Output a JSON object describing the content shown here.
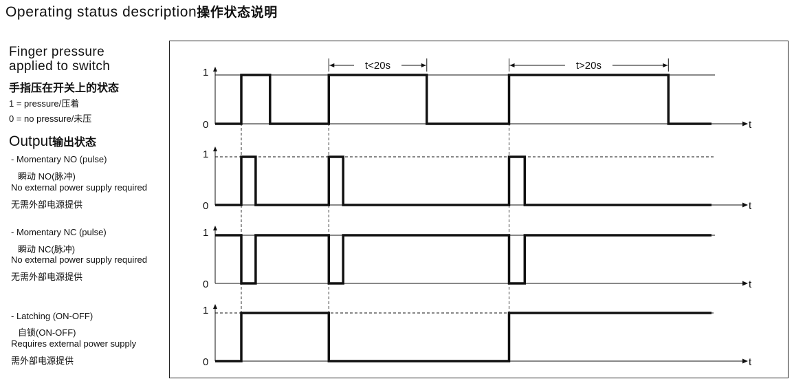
{
  "title": {
    "en": "Operating status description",
    "cn": "操作状态说明"
  },
  "finger": {
    "line1": "Finger pressure",
    "line2": "applied to switch",
    "cn": "手指压在开关上的状态",
    "one": "1 = pressure/压着",
    "zero": "0 = no pressure/未压"
  },
  "output": {
    "en": "Output",
    "cn": "输出状态"
  },
  "mom_no": {
    "name": "- Momentary NO (pulse)",
    "cn": "瞬动 NO(脉冲)",
    "power": "No external power supply required",
    "power_cn": "无需外部电源提供"
  },
  "mom_nc": {
    "name": "- Momentary NC (pulse)",
    "cn": "瞬动 NC(脉冲)",
    "power": "No external power supply required",
    "power_cn": "无需外部电源提供"
  },
  "latch": {
    "name": "- Latching (ON-OFF)",
    "cn": "自锁(ON-OFF)",
    "power": "Requires external power supply",
    "power_cn": "需外部电源提供"
  },
  "diagram": {
    "level_high": "1",
    "level_low": "0",
    "time_axis": "t",
    "interval_short": "t<20s",
    "interval_long": "t>20s",
    "signals": [
      {
        "id": "finger",
        "start": 0,
        "transitions": [
          2.0,
          4.2,
          8.7,
          16.2,
          22.5,
          34.7
        ]
      },
      {
        "id": "mom_no",
        "start": 0,
        "transitions": [
          2.0,
          3.1,
          8.7,
          9.8,
          22.5,
          23.7
        ]
      },
      {
        "id": "mom_nc",
        "start": 1,
        "transitions": [
          2.0,
          3.1,
          8.7,
          9.8,
          22.5,
          23.7
        ]
      },
      {
        "id": "latch",
        "start": 0,
        "transitions": [
          2.0,
          8.7,
          22.5
        ]
      }
    ],
    "intervals": [
      {
        "label": "interval_short",
        "from": 8.7,
        "to": 16.2
      },
      {
        "label": "interval_long",
        "from": 22.5,
        "to": 34.7
      }
    ],
    "colors": {
      "line": "#111111",
      "frame": "#222222",
      "guide": "#333333"
    }
  }
}
